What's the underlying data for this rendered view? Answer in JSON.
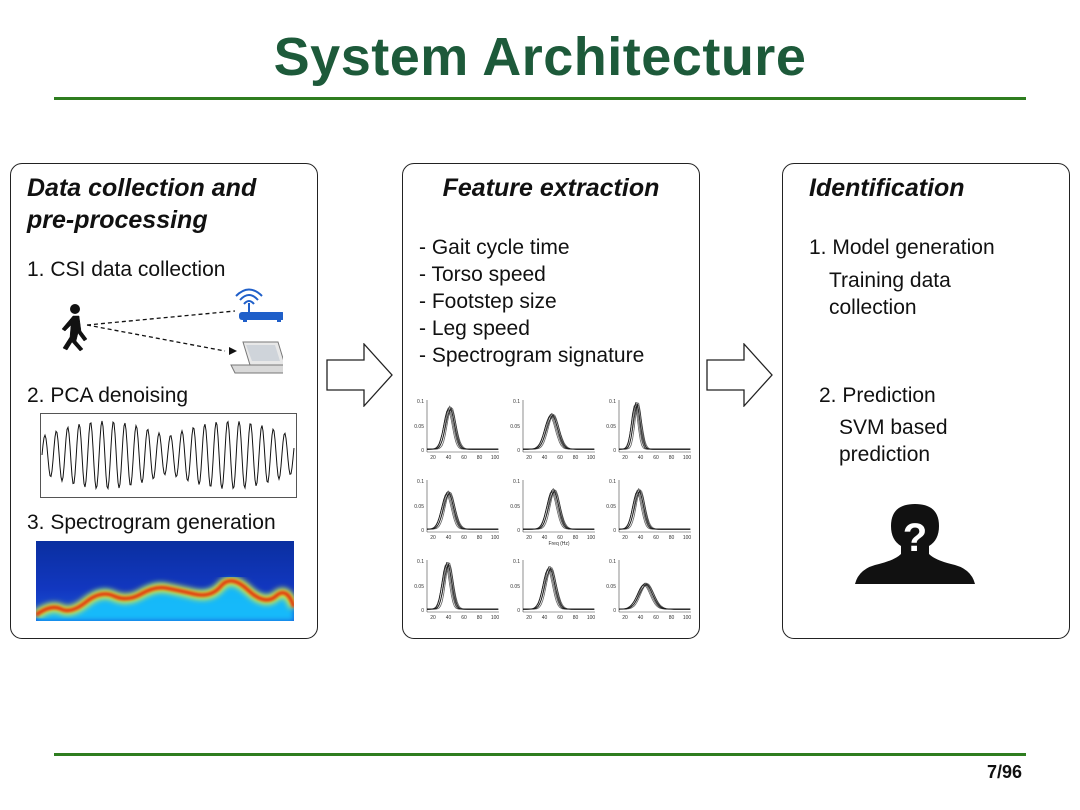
{
  "slide": {
    "title": "System Architecture",
    "page": "7/96"
  },
  "colors": {
    "title": "#1d5a3a",
    "rule": "#2e7d1f",
    "router": "#1f5fc9"
  },
  "collection": {
    "heading_line1": "Data collection and",
    "heading_line2": "pre-processing",
    "step1": "1. CSI data collection",
    "step2": "2. PCA denoising",
    "step3": "3. Spectrogram generation"
  },
  "features": {
    "heading": "Feature extraction",
    "items": [
      "- Gait cycle time",
      "- Torso speed",
      "- Footstep size",
      "- Leg speed",
      "- Spectrogram signature"
    ],
    "plot_y_ticks": [
      "0.1",
      "0.05",
      "0"
    ],
    "plot_x_ticks": [
      "20",
      "40",
      "60",
      "80",
      "100"
    ],
    "plot_xlabel": "Freq (Hz)"
  },
  "identification": {
    "heading": "Identification",
    "step1": "1. Model generation",
    "step1_detail_line1": "Training data",
    "step1_detail_line2": "collection",
    "step2": "2. Prediction",
    "step2_detail_line1": "SVM based",
    "step2_detail_line2": "prediction",
    "silhouette_glyph": "?"
  }
}
